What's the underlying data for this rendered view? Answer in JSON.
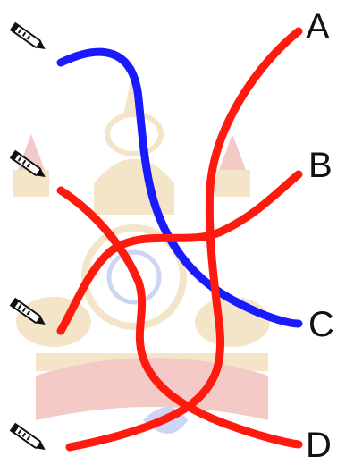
{
  "labels": {
    "a": "A",
    "b": "B",
    "c": "C",
    "d": "D"
  },
  "colors": {
    "blue_line": "#1a1aff",
    "red_line": "#ff1a0f",
    "watermark_gold": "#d9a441",
    "watermark_red": "#d9463a",
    "watermark_blue": "#4a6bd8",
    "text": "#111111"
  },
  "icons": [
    "pen-icon",
    "pen-icon",
    "pen-icon",
    "pen-icon"
  ]
}
